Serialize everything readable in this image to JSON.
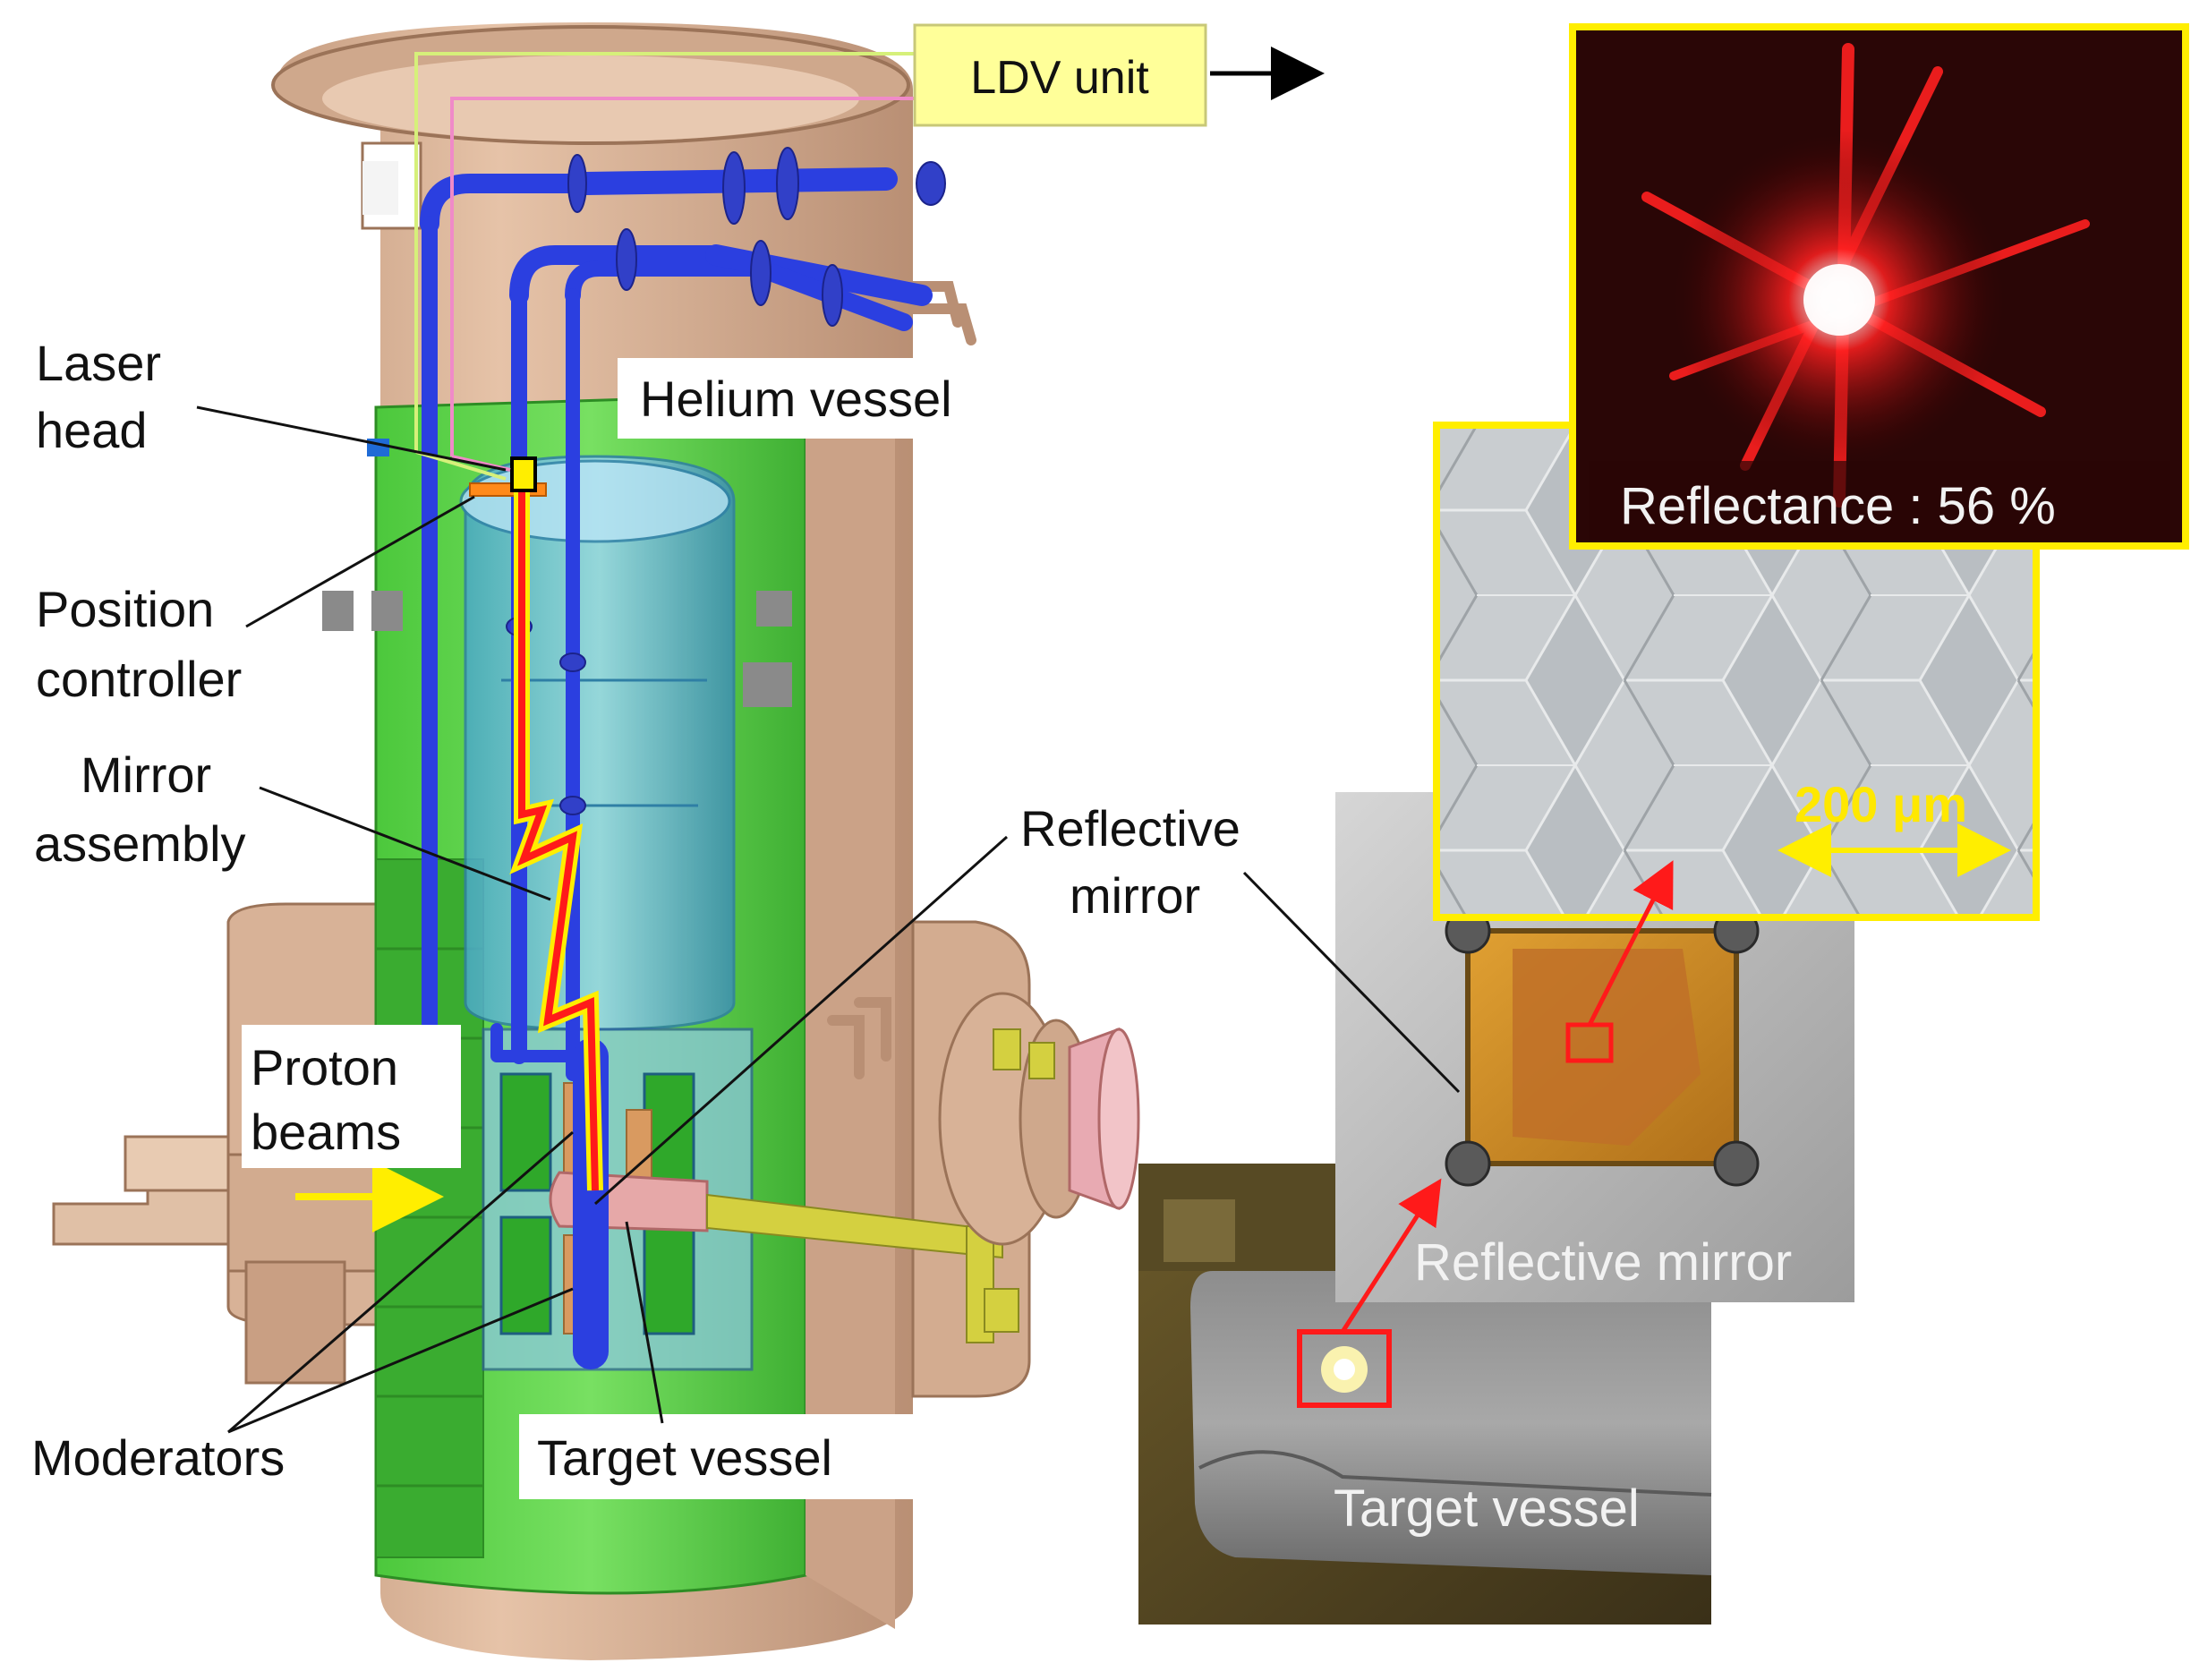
{
  "labels": {
    "ldv_unit": "LDV unit",
    "laser_head_1": "Laser",
    "laser_head_2": "head",
    "helium_vessel": "Helium vessel",
    "position_controller_1": "Position",
    "position_controller_2": "controller",
    "mirror_assembly_1": "Mirror",
    "mirror_assembly_2": "assembly",
    "reflective_mirror_1": "Reflective",
    "reflective_mirror_2": "mirror",
    "proton_beams_1": "Proton",
    "proton_beams_2": "beams",
    "moderators": "Moderators",
    "target_vessel": "Target vessel"
  },
  "photos": {
    "reflectance": "Reflectance : 56 %",
    "scale_bar": "200 μm",
    "reflective_mirror": "Reflective mirror",
    "target_vessel": "Target vessel"
  },
  "colors": {
    "vessel_tan": "#d9b59a",
    "vessel_shadow": "#b98f74",
    "shield_green": "#5cd64a",
    "piping_blue": "#2b3fe0",
    "helium_cyan": "#7ec8e8",
    "laser_path_red": "#ff1a1a",
    "laser_path_yellow": "#ffee00",
    "highlight_yellow": "#ffee44",
    "ldv_box_fill": "#ffff99"
  }
}
